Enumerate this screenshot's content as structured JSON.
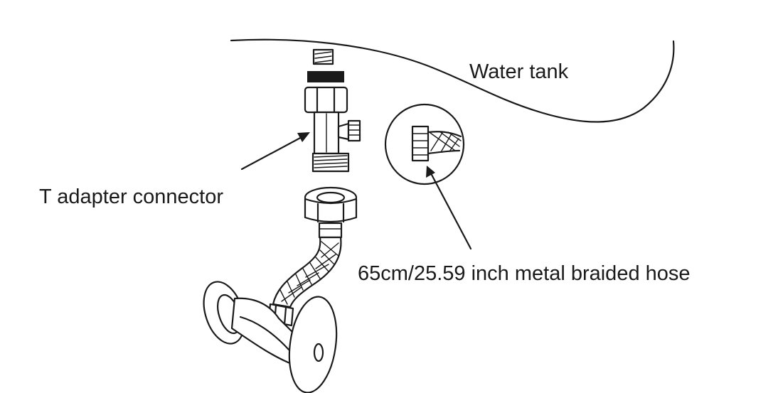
{
  "labels": {
    "water_tank": "Water tank",
    "t_adapter": "T adapter connector",
    "hose": "65cm/25.59 inch metal braided hose"
  }
}
